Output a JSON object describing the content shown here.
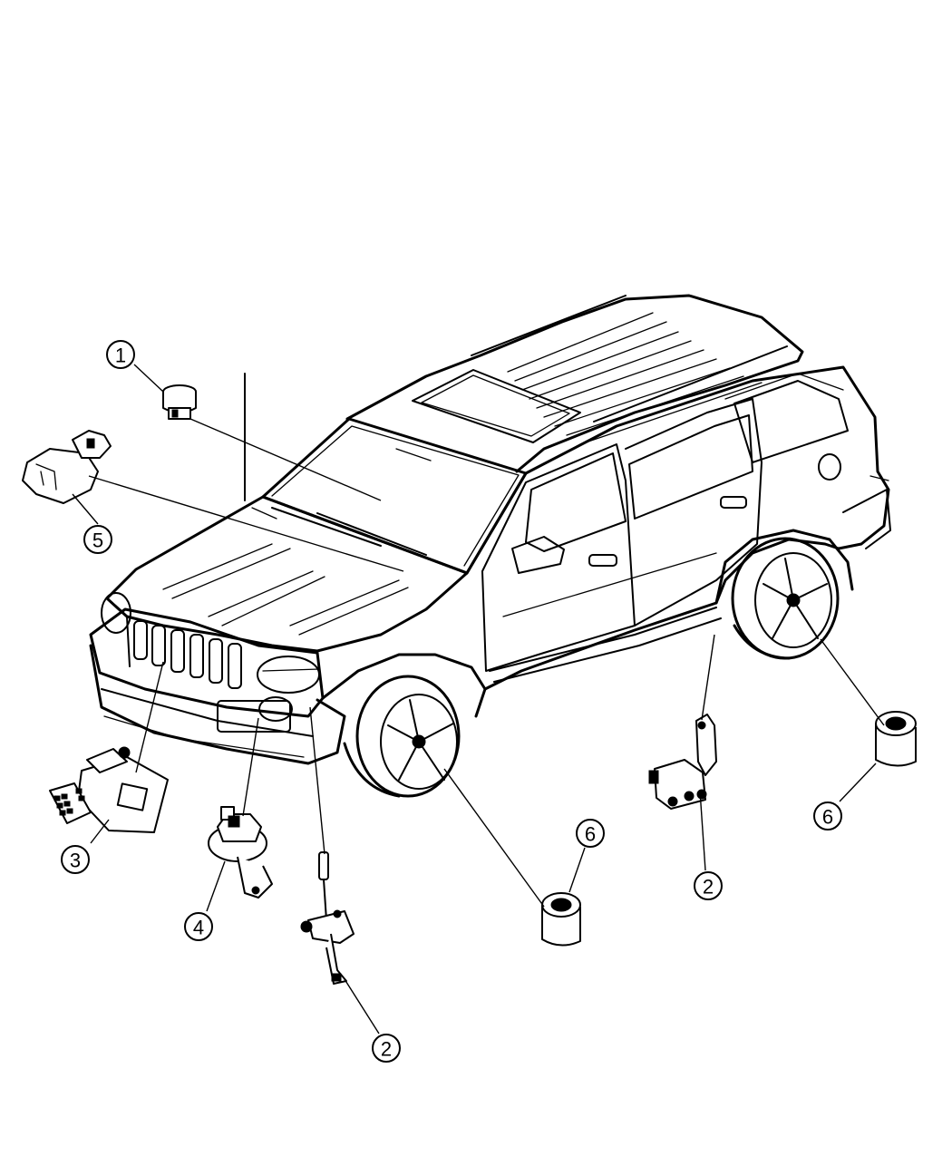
{
  "callouts": [
    {
      "id": "c1",
      "label": "1"
    },
    {
      "id": "c2a",
      "label": "2"
    },
    {
      "id": "c2b",
      "label": "2"
    },
    {
      "id": "c3",
      "label": "3"
    },
    {
      "id": "c4",
      "label": "4"
    },
    {
      "id": "c5",
      "label": "5"
    },
    {
      "id": "c6a",
      "label": "6"
    },
    {
      "id": "c6b",
      "label": "6"
    }
  ]
}
